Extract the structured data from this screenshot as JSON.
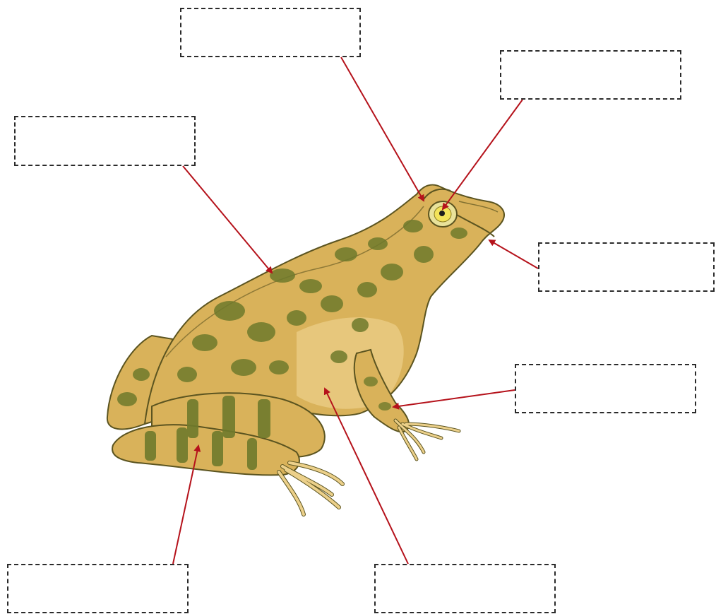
{
  "diagram": {
    "subject": "frog",
    "leader_color": "#b5121b",
    "frog_colors": {
      "skin": "#d9b25a",
      "skin_light": "#ecd08a",
      "spots": "#6f7a2c",
      "outline": "#5b5420",
      "belly": "#f0cf8a"
    },
    "labels": [
      {
        "id": "top",
        "text": ""
      },
      {
        "id": "eye",
        "text": ""
      },
      {
        "id": "back",
        "text": ""
      },
      {
        "id": "mouth",
        "text": ""
      },
      {
        "id": "arm",
        "text": ""
      },
      {
        "id": "leg",
        "text": ""
      },
      {
        "id": "belly",
        "text": ""
      }
    ]
  }
}
